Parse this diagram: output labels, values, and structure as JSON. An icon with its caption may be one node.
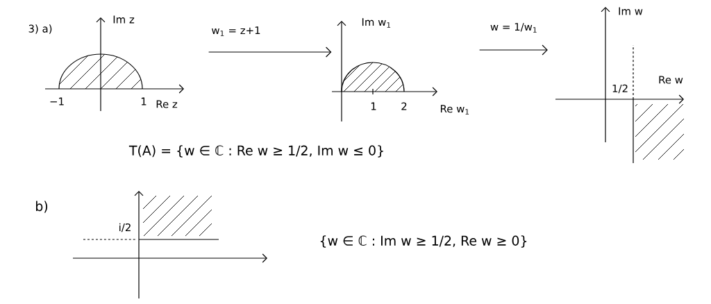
{
  "diagram": {
    "nodes": [
      {
        "text": [],
        "shape": "picture"
      },
      {
        "text": [],
        "shape": "picture"
      },
      {
        "text": [],
        "shape": "picture"
      }
    ],
    "edges": [
      {
        "from": 0,
        "to": 1,
        "arrow": "to",
        "label": "w$_{1}$ = z+1"
      },
      {
        "from": 1,
        "to": 2,
        "arrow": "to",
        "label": "w = 1/w$_{1}$"
      }
    ],
    "labels": [
      "3) a)",
      "Im z",
      "Re z",
      "−1",
      "1",
      "Im w$_{1}$",
      "Re w$_{1}$",
      "1",
      "2",
      "Im w",
      "Re w",
      "1/2",
      "T(A) = {w ∈ ℂ : Re w ≥ 1/2, Im w ≤ 0}",
      "b)",
      "i/2",
      "{w ∈ ℂ : Im w ≥ 1/2, Re w ≥ 0}"
    ]
  }
}
